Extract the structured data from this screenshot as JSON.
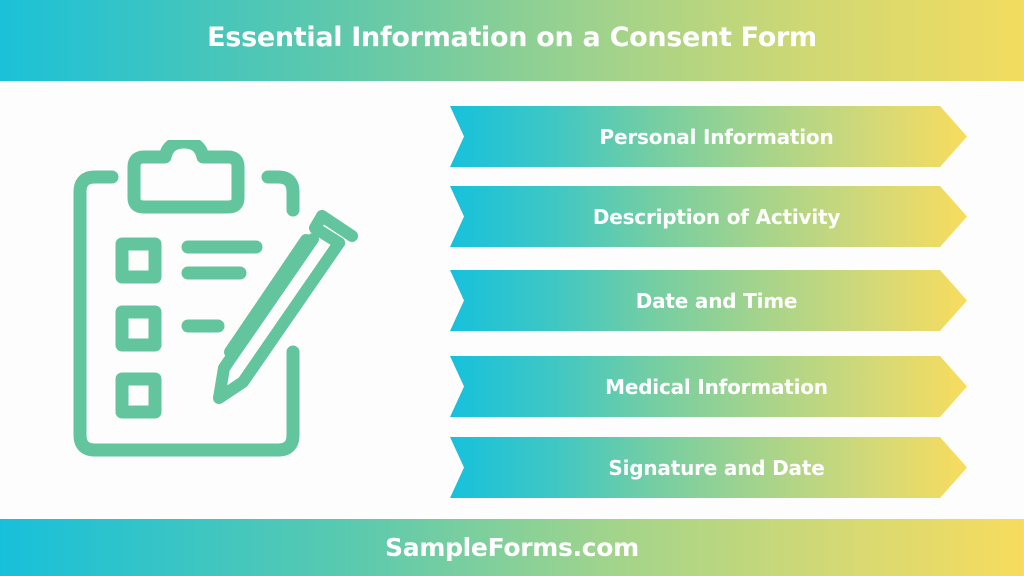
{
  "header": {
    "title": "Essential Information on a Consent Form"
  },
  "illustration": {
    "icon": "clipboard-checklist-pencil-icon",
    "color": "#62c59d"
  },
  "ribbons": [
    {
      "label": "Personal Information"
    },
    {
      "label": "Description of Activity"
    },
    {
      "label": "Date and Time"
    },
    {
      "label": "Medical Information"
    },
    {
      "label": "Signature and Date"
    }
  ],
  "footer": {
    "brand": "SampleForms.com"
  },
  "colors": {
    "gradient_start": "#17c0da",
    "gradient_mid": "#a3d38a",
    "gradient_end": "#f7dc5d",
    "icon": "#62c59d",
    "text": "#ffffff",
    "background": "#fdfdfd"
  }
}
